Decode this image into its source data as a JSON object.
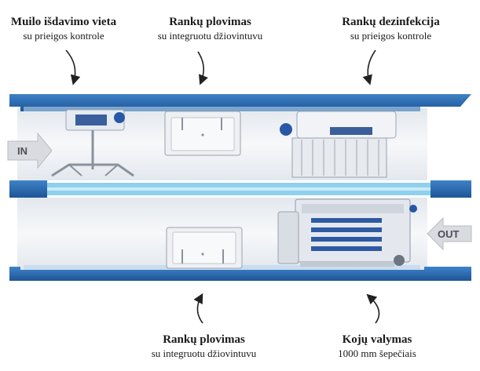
{
  "labels": {
    "soap": {
      "title": "Muilo išdavimo vieta",
      "sub": "su prieigos kontrole"
    },
    "wash_top": {
      "title": "Rankų plovimas",
      "sub": "su integruotu džiovintuvu"
    },
    "disinfection": {
      "title": "Rankų dezinfekcija",
      "sub": "su prieigos kontrole"
    },
    "wash_bottom": {
      "title": "Rankų plovimas",
      "sub": "su integruotu džiovintuvu"
    },
    "feet": {
      "title": "Kojų valymas",
      "sub": "1000 mm šepečiais"
    }
  },
  "arrows": {
    "in": "IN",
    "out": "OUT"
  },
  "colors": {
    "wall_blue": "#2f6fb7",
    "wall_dark": "#1d4f8c",
    "floor": "#eef1f5",
    "divider": "#8fd0ec"
  }
}
